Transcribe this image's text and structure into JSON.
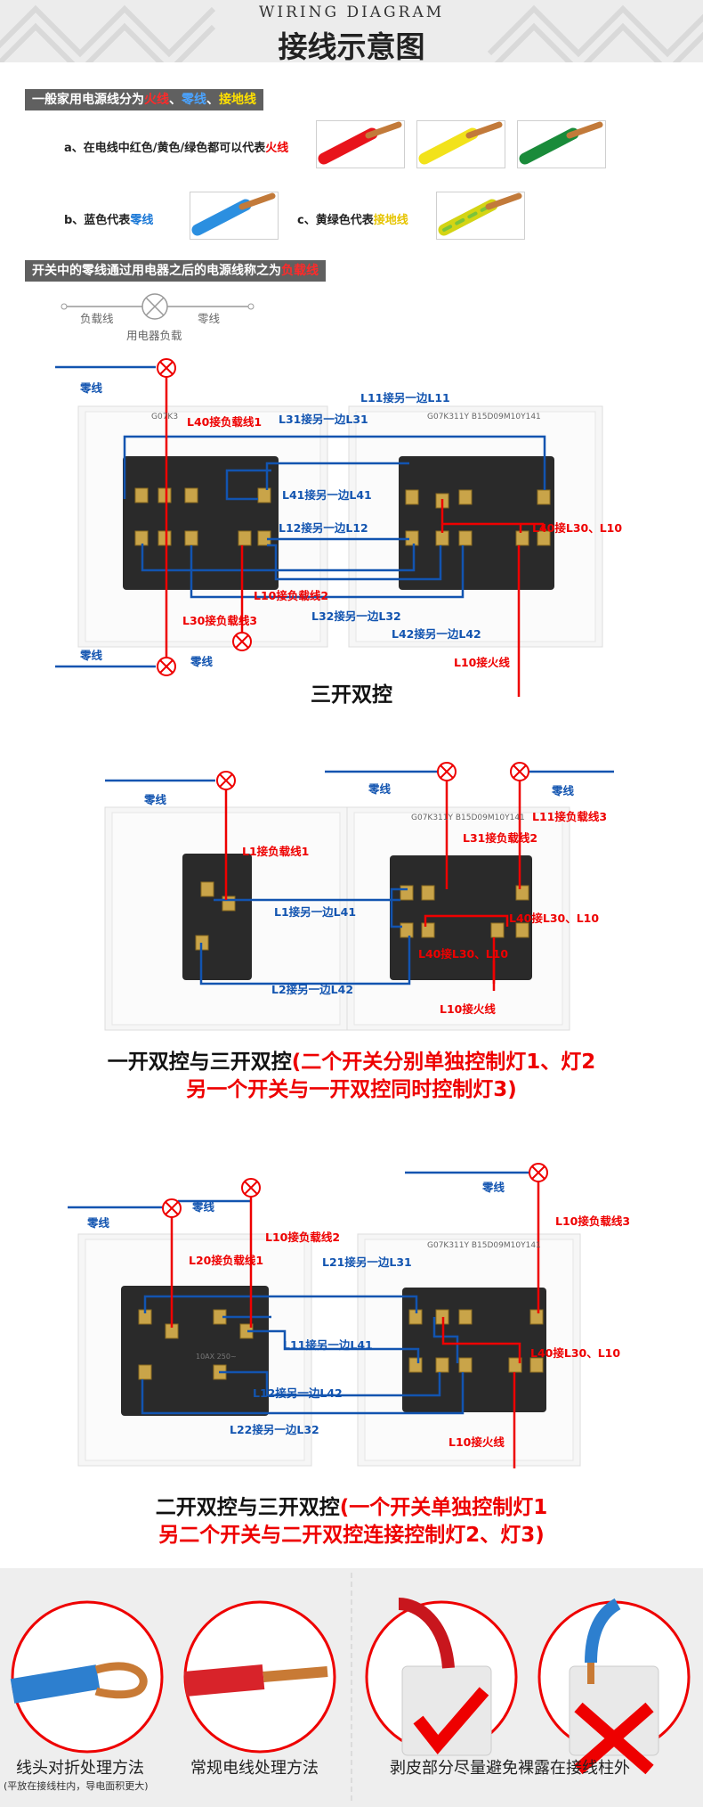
{
  "header": {
    "title_en": "WIRING  DIAGRAM",
    "title_cn": "接线示意图"
  },
  "section1": {
    "band_prefix": "一般家用电源线分为",
    "band_fire": "火线",
    "band_sep1": "、",
    "band_neutral": "零线",
    "band_sep2": "、",
    "band_ground": "接地线",
    "a_prefix": "a、在电线中红色/黄色/绿色都可以代表",
    "a_fire": "火线",
    "b_prefix": "b、蓝色代表",
    "b_neutral": "零线",
    "c_prefix": "c、黄绿色代表",
    "c_ground": "接地线"
  },
  "section2": {
    "band_prefix": "开关中的零线通过用电器之后的电源线称之为",
    "band_load": "负载线",
    "load_wire": "负载线",
    "neutral_wire": "零线",
    "appliance": "用电器负载"
  },
  "diagram1": {
    "panel_left_code": "G07K3",
    "panel_right_code": "G07K311Y  B15D09M10Y141",
    "neutral_top": "零线",
    "neutral_bottom": "零线",
    "neutral_bottom2": "零线",
    "ann": {
      "l11": "L11接另一边L11",
      "l31": "L31接另一边L31",
      "l40_load1": "L40接负载线1",
      "l41": "L41接另一边L41",
      "l12": "L12接另一边L12",
      "l40_l30_l10": "L40接L30、L10",
      "l10_load2": "L10接负载线2",
      "l32": "L32接另一边L32",
      "l30_load3": "L30接负载线3",
      "l42": "L42接另一边L42",
      "l10_fire": "L10接火线"
    },
    "caption": "三开双控"
  },
  "diagram2": {
    "panel_right_code": "G07K311Y  B15D09M10Y141",
    "neutral_left": "零线",
    "neutral_mid": "零线",
    "neutral_right": "零线",
    "ann": {
      "l11_load3": "L11接负载线3",
      "l1_load1": "L1接负载线1",
      "l31_load2": "L31接负载线2",
      "l1_l41": "L1接另一边L41",
      "l40_l30_l10_a": "L40接L30、L10",
      "l40_l30_l10_b": "L40接L30、L10",
      "l2_l42": "L2接另一边L42",
      "l10_fire": "L10接火线"
    },
    "caption_black": "一开双控与三开双控",
    "caption_red1": "(二个开关分别单独控制灯1、灯2",
    "caption_red2": "另一个开关与一开双控同时控制灯3)"
  },
  "diagram3": {
    "panel_right_code": "G07K311Y  B15D09M10Y141",
    "neutral_left": "零线",
    "neutral_mid": "零线",
    "neutral_right": "零线",
    "switch_rating": "10AX 250~",
    "ann": {
      "l10_load3": "L10接负载线3",
      "l10_load2": "L10接负载线2",
      "l20_load1": "L20接负载线1",
      "l21_l31": "L21接另一边L31",
      "l11_l41": "L11接另一边L41",
      "l40_l30_l10": "L40接L30、L10",
      "l12_l42": "L12接另一边L42",
      "l22_l32": "L22接另一边L32",
      "l10_fire": "L10接火线"
    },
    "caption_black": "二开双控与三开双控",
    "caption_red1": "(一个开关单独控制灯1",
    "caption_red2": "另二个开关与二开双控连接控制灯2、灯3)"
  },
  "bottom": {
    "method1": "线头对折处理方法",
    "method1_sub": "(平放在接线柱内，导电面积更大)",
    "method2": "常规电线处理方法",
    "method3": "剥皮部分尽量避免裸露在接线柱外"
  },
  "colors": {
    "fire": "#e00000",
    "neutral": "#1254b0",
    "ground": "#e6c400",
    "band": "#606060"
  }
}
